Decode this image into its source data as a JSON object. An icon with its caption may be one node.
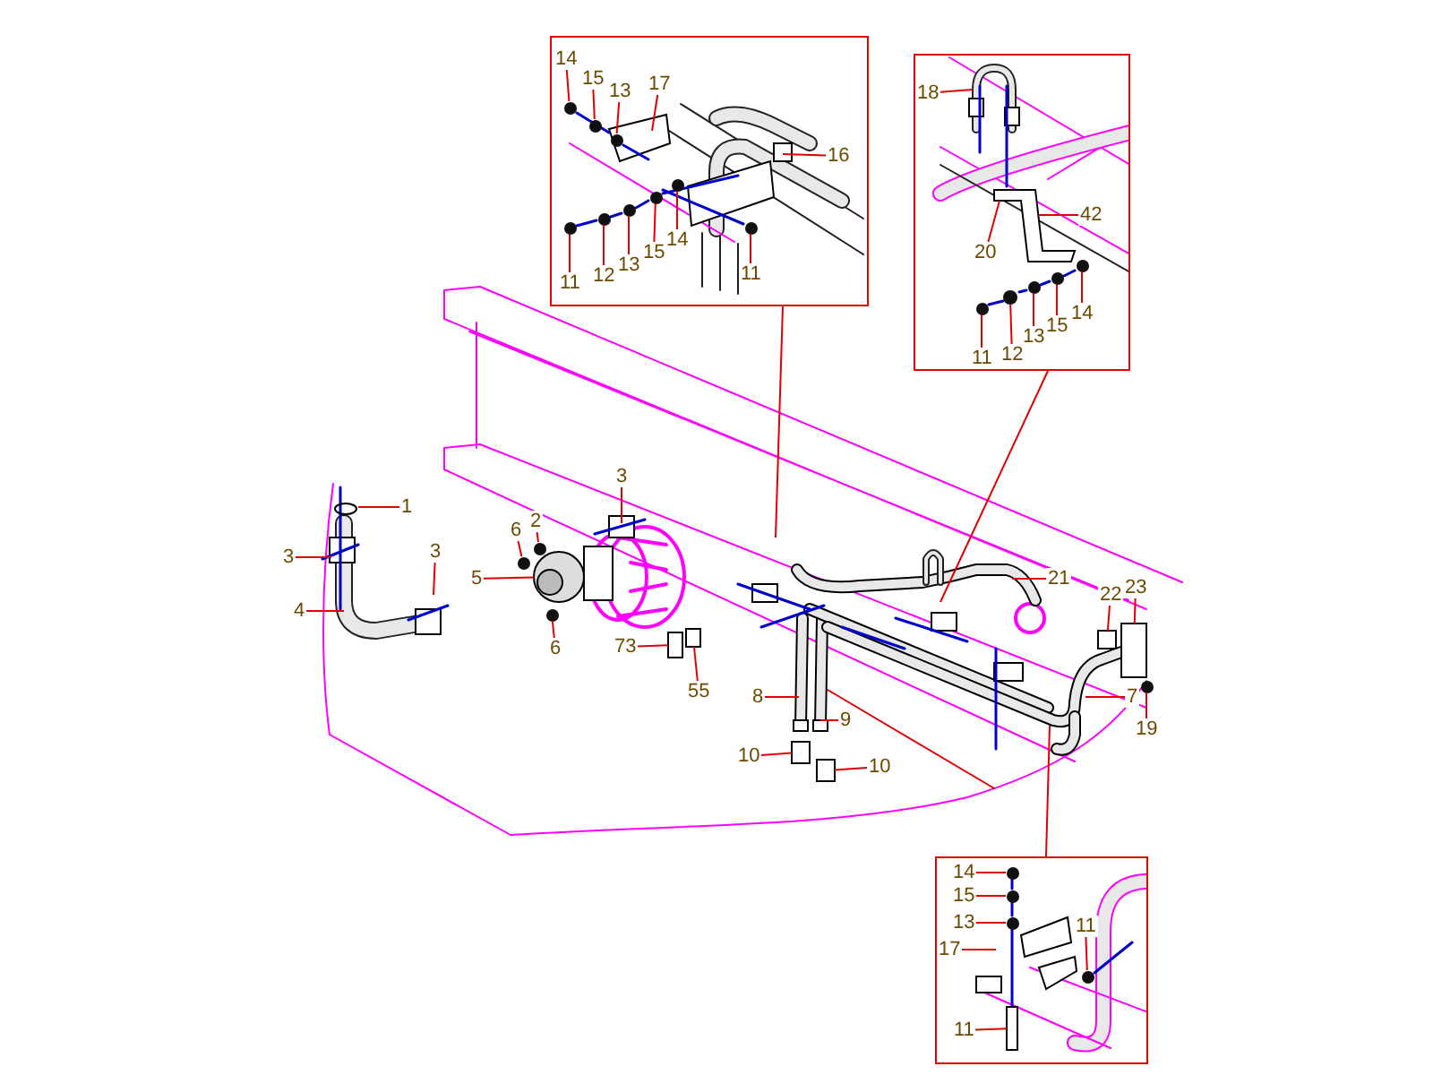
{
  "diagram": {
    "nodes": [
      {
        "text": [],
        "shape": "box"
      },
      {
        "text": [],
        "shape": "box"
      },
      {
        "text": [],
        "shape": "box"
      },
      {
        "text": [
          "14"
        ],
        "in": 0
      },
      {
        "text": [
          "15"
        ],
        "in": 0
      },
      {
        "text": [
          "13"
        ],
        "in": 0
      },
      {
        "text": [
          "17"
        ],
        "in": 0
      },
      {
        "text": [
          "16"
        ],
        "in": 0
      },
      {
        "text": [
          "11"
        ],
        "in": 0
      },
      {
        "text": [
          "12"
        ],
        "in": 0
      },
      {
        "text": [
          "13"
        ],
        "in": 0
      },
      {
        "text": [
          "15"
        ],
        "in": 0
      },
      {
        "text": [
          "14"
        ],
        "in": 0
      },
      {
        "text": [
          "11"
        ],
        "in": 0
      },
      {
        "text": [
          "18"
        ],
        "in": 1
      },
      {
        "text": [
          "42"
        ],
        "in": 1
      },
      {
        "text": [
          "20"
        ],
        "in": 1
      },
      {
        "text": [
          "11"
        ],
        "in": 1
      },
      {
        "text": [
          "12"
        ],
        "in": 1
      },
      {
        "text": [
          "13"
        ],
        "in": 1
      },
      {
        "text": [
          "15"
        ],
        "in": 1
      },
      {
        "text": [
          "14"
        ],
        "in": 1
      },
      {
        "text": [
          "14"
        ],
        "in": 2
      },
      {
        "text": [
          "15"
        ],
        "in": 2
      },
      {
        "text": [
          "13"
        ],
        "in": 2
      },
      {
        "text": [
          "17"
        ],
        "in": 2
      },
      {
        "text": [
          "11"
        ],
        "in": 2
      },
      {
        "text": [
          "11"
        ],
        "in": 2
      },
      {
        "text": [
          "1"
        ]
      },
      {
        "text": [
          "3"
        ]
      },
      {
        "text": [
          "3"
        ]
      },
      {
        "text": [
          "4"
        ]
      },
      {
        "text": [
          "3"
        ]
      },
      {
        "text": [
          "6"
        ]
      },
      {
        "text": [
          "2"
        ]
      },
      {
        "text": [
          "5"
        ]
      },
      {
        "text": [
          "6"
        ]
      },
      {
        "text": [
          "73"
        ]
      },
      {
        "text": [
          "55"
        ]
      },
      {
        "text": [
          "21"
        ]
      },
      {
        "text": [
          "22"
        ]
      },
      {
        "text": [
          "23"
        ]
      },
      {
        "text": [
          "8"
        ]
      },
      {
        "text": [
          "9"
        ]
      },
      {
        "text": [
          "7"
        ]
      },
      {
        "text": [
          "19"
        ]
      },
      {
        "text": [
          "10"
        ]
      },
      {
        "text": [
          "10"
        ]
      },
      {
        "text": [],
        "shape": "circle",
        "in": 0
      },
      {
        "text": [],
        "shape": "circle",
        "in": 0
      },
      {
        "text": [],
        "shape": "circle",
        "in": 0
      },
      {
        "text": [],
        "shape": "circle",
        "in": 0
      },
      {
        "text": [],
        "shape": "circle",
        "in": 0
      },
      {
        "text": [],
        "shape": "circle",
        "in": 0
      },
      {
        "text": [],
        "shape": "circle",
        "in": 0
      },
      {
        "text": [],
        "shape": "circle",
        "in": 0
      },
      {
        "text": [],
        "shape": "circle",
        "in": 0
      },
      {
        "text": [],
        "shape": "picture",
        "in": 1
      },
      {
        "text": [],
        "shape": "circle",
        "in": 1
      },
      {
        "text": [],
        "shape": "circle",
        "in": 1
      },
      {
        "text": [],
        "shape": "circle",
        "in": 1
      },
      {
        "text": [],
        "shape": "circle",
        "in": 1
      },
      {
        "text": [],
        "shape": "circle",
        "in": 1
      },
      {
        "text": [],
        "shape": "circle",
        "in": 2
      },
      {
        "text": [],
        "shape": "circle",
        "in": 2
      },
      {
        "text": [],
        "shape": "circle",
        "in": 2
      },
      {
        "text": [],
        "shape": "circle",
        "in": 2
      },
      {
        "text": [],
        "shape": "box",
        "in": 2
      },
      {
        "text": [],
        "shape": "circle"
      },
      {
        "text": [],
        "shape": "circle"
      },
      {
        "text": [],
        "shape": "circle"
      },
      {
        "text": [],
        "shape": "circle"
      },
      {
        "text": [],
        "shape": "box"
      },
      {
        "text": [],
        "shape": "box"
      },
      {
        "text": [],
        "shape": "box"
      },
      {
        "text": [],
        "shape": "box"
      },
      {
        "text": [],
        "shape": "circle"
      },
      {
        "text": [],
        "shape": "box"
      },
      {
        "text": [],
        "shape": "box"
      }
    ],
    "edges": [
      {
        "from": 0,
        "to": null,
        "arrow": "none"
      },
      {
        "from": 1,
        "to": null,
        "arrow": "none"
      },
      {
        "from": 2,
        "to": null,
        "arrow": "none"
      },
      {
        "from": 3,
        "to": 48,
        "arrow": "none"
      },
      {
        "from": 4,
        "to": 49,
        "arrow": "none"
      },
      {
        "from": 5,
        "to": 50,
        "arrow": "none"
      },
      {
        "from": 6,
        "to": null,
        "arrow": "none"
      },
      {
        "from": 7,
        "to": null,
        "arrow": "none"
      },
      {
        "from": 8,
        "to": 51,
        "arrow": "none"
      },
      {
        "from": 9,
        "to": 52,
        "arrow": "none"
      },
      {
        "from": 10,
        "to": 53,
        "arrow": "none"
      },
      {
        "from": 11,
        "to": 54,
        "arrow": "none"
      },
      {
        "from": 12,
        "to": 55,
        "arrow": "none"
      },
      {
        "from": 13,
        "to": 56,
        "arrow": "none"
      },
      {
        "from": 14,
        "to": null,
        "arrow": "none"
      },
      {
        "from": 15,
        "to": 57,
        "arrow": "none"
      },
      {
        "from": 16,
        "to": 57,
        "arrow": "none"
      },
      {
        "from": 17,
        "to": 58,
        "arrow": "none"
      },
      {
        "from": 18,
        "to": 59,
        "arrow": "none"
      },
      {
        "from": 19,
        "to": 60,
        "arrow": "none"
      },
      {
        "from": 20,
        "to": 61,
        "arrow": "none"
      },
      {
        "from": 21,
        "to": 62,
        "arrow": "none"
      },
      {
        "from": 22,
        "to": 63,
        "arrow": "none"
      },
      {
        "from": 23,
        "to": 64,
        "arrow": "none"
      },
      {
        "from": 24,
        "to": 65,
        "arrow": "none"
      },
      {
        "from": 25,
        "to": null,
        "arrow": "none"
      },
      {
        "from": 26,
        "to": 66,
        "arrow": "none"
      },
      {
        "from": 27,
        "to": 67,
        "arrow": "none"
      },
      {
        "from": 28,
        "to": null,
        "arrow": "none"
      },
      {
        "from": 29,
        "to": null,
        "arrow": "none"
      },
      {
        "from": 30,
        "to": null,
        "arrow": "none"
      },
      {
        "from": 31,
        "to": null,
        "arrow": "none"
      },
      {
        "from": 32,
        "to": null,
        "arrow": "none"
      },
      {
        "from": 33,
        "to": 68,
        "arrow": "none"
      },
      {
        "from": 34,
        "to": 69,
        "arrow": "none"
      },
      {
        "from": 35,
        "to": 70,
        "arrow": "none"
      },
      {
        "from": 36,
        "to": 71,
        "arrow": "none"
      },
      {
        "from": 37,
        "to": 72,
        "arrow": "none"
      },
      {
        "from": 38,
        "to": 73,
        "arrow": "none"
      },
      {
        "from": 39,
        "to": null,
        "arrow": "none"
      },
      {
        "from": 40,
        "to": 74,
        "arrow": "none"
      },
      {
        "from": 41,
        "to": 75,
        "arrow": "none"
      },
      {
        "from": 42,
        "to": null,
        "arrow": "none"
      },
      {
        "from": 43,
        "to": null,
        "arrow": "none"
      },
      {
        "from": 44,
        "to": null,
        "arrow": "none"
      },
      {
        "from": 45,
        "to": 76,
        "arrow": "none"
      },
      {
        "from": 46,
        "to": 77,
        "arrow": "none"
      },
      {
        "from": 47,
        "to": 78,
        "arrow": "none"
      }
    ]
  }
}
